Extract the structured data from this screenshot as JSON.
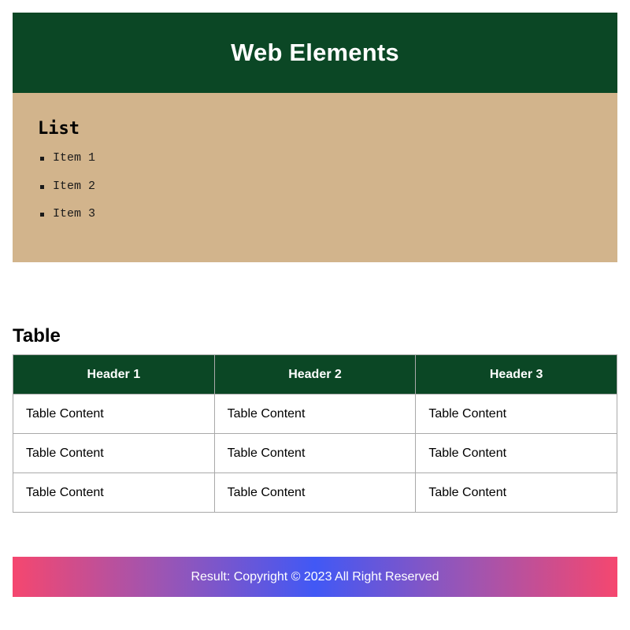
{
  "header": {
    "title": "Web Elements",
    "background_color": "#0b4725"
  },
  "list_section": {
    "heading": "List",
    "items": [
      "Item 1",
      "Item 2",
      "Item 3"
    ],
    "background_color": "#d2b48c"
  },
  "table_section": {
    "heading": "Table",
    "columns": [
      "Header 1",
      "Header 2",
      "Header 3"
    ],
    "rows": [
      [
        "Table Content",
        "Table Content",
        "Table Content"
      ],
      [
        "Table Content",
        "Table Content",
        "Table Content"
      ],
      [
        "Table Content",
        "Table Content",
        "Table Content"
      ]
    ],
    "header_color": "#0b4725"
  },
  "footer": {
    "text": "Result: Copyright © 2023 All Right Reserved",
    "gradient_colors": [
      "#f5476f",
      "#4158f5"
    ]
  }
}
